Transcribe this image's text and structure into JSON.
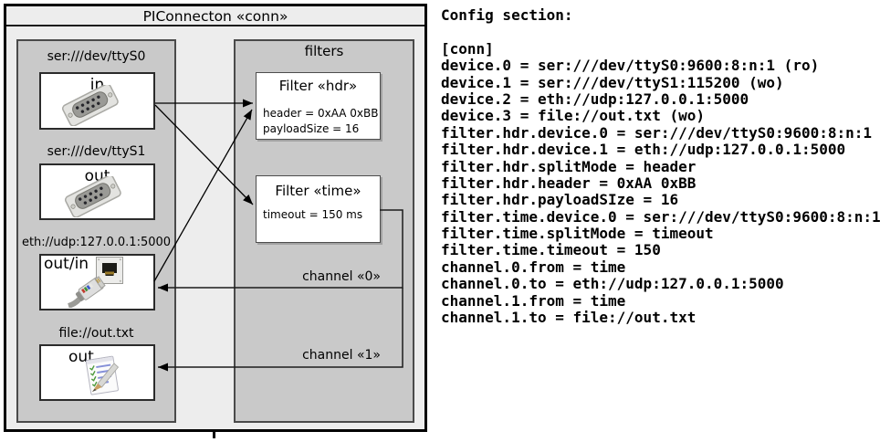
{
  "diagram": {
    "title": "PIConnecton «conn»",
    "devices": [
      {
        "label": "ser:///dev/ttyS0",
        "port": "in",
        "icon": "serial-connector-icon"
      },
      {
        "label": "ser:///dev/ttyS1",
        "port": "out",
        "icon": "serial-connector-icon"
      },
      {
        "label": "eth://udp:127.0.0.1:5000",
        "port": "out/in",
        "icon": "ethernet-port-and-plug-icon"
      },
      {
        "label": "file://out.txt",
        "port": "out",
        "icon": "notepad-icon"
      }
    ],
    "filters_label": "filters",
    "filters": [
      {
        "title": "Filter «hdr»",
        "attributes": [
          "header = 0xAA 0xBB",
          "payloadSize = 16"
        ]
      },
      {
        "title": "Filter «time»",
        "attributes": [
          "timeout = 150 ms"
        ]
      }
    ],
    "channels": [
      {
        "label": "channel «0»"
      },
      {
        "label": "channel «1»"
      }
    ],
    "connections": [
      {
        "from": "ser:///dev/ttyS0",
        "to": "Filter «hdr»"
      },
      {
        "from": "ser:///dev/ttyS0",
        "to": "Filter «time»"
      },
      {
        "from": "eth://udp:127.0.0.1:5000",
        "to": "Filter «hdr»"
      },
      {
        "from": "Filter «time»",
        "to": "eth://udp:127.0.0.1:5000",
        "label": "channel «0»"
      },
      {
        "from": "Filter «time»",
        "to": "file://out.txt",
        "label": "channel «1»"
      }
    ]
  },
  "config": {
    "heading": "Config section:",
    "lines": [
      "[conn]",
      "device.0 = ser:///dev/ttyS0:9600:8:n:1 (ro)",
      "device.1 = ser:///dev/ttyS1:115200 (wo)",
      "device.2 = eth://udp:127.0.0.1:5000",
      "device.3 = file://out.txt (wo)",
      "filter.hdr.device.0 = ser:///dev/ttyS0:9600:8:n:1",
      "filter.hdr.device.1 = eth://udp:127.0.0.1:5000",
      "filter.hdr.splitMode = header",
      "filter.hdr.header = 0xAA 0xBB",
      "filter.hdr.payloadSIze = 16",
      "filter.time.device.0 = ser:///dev/ttyS0:9600:8:n:1",
      "filter.time.splitMode = timeout",
      "filter.time.timeout = 150",
      "channel.0.from = time",
      "channel.0.to = eth://udp:127.0.0.1:5000",
      "channel.1.from = time",
      "channel.1.to = file://out.txt"
    ]
  },
  "colors": {
    "outer_background": "#ededed",
    "group_background": "#c9c9c9",
    "box_background": "#ffffff",
    "line": "#000000"
  }
}
